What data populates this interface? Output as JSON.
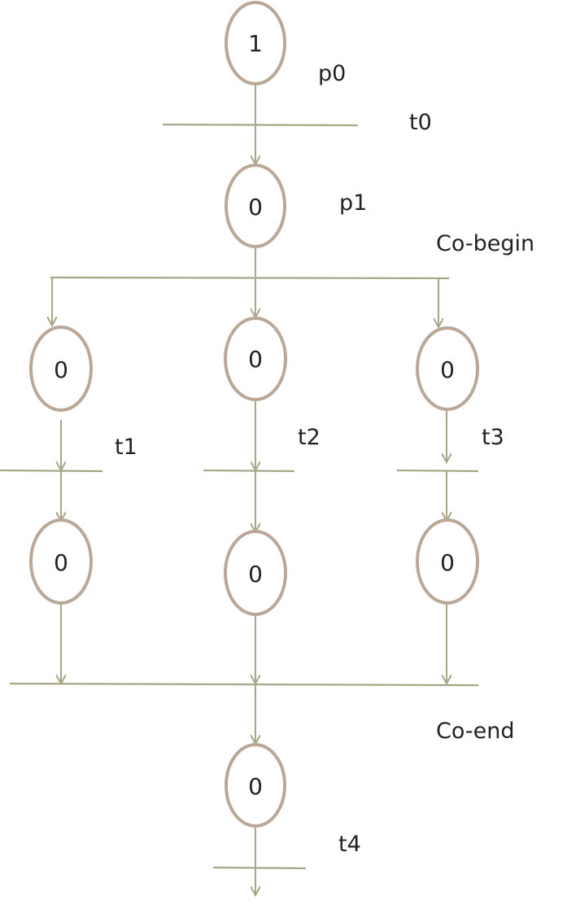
{
  "colors": {
    "place_stroke": "#b9a898",
    "arc": "#a7a787",
    "text": "#222222"
  },
  "places": {
    "p0": "1",
    "p1": "0",
    "left_top": "0",
    "mid_top": "0",
    "right_top": "0",
    "left_bottom": "0",
    "mid_bottom": "0",
    "right_bottom": "0",
    "end": "0"
  },
  "labels": {
    "p0": "p0",
    "t0": "t0",
    "p1": "p1",
    "co_begin": "Co-begin",
    "t1": "t1",
    "t2": "t2",
    "t3": "t3",
    "co_end": "Co-end",
    "t4": "t4"
  }
}
